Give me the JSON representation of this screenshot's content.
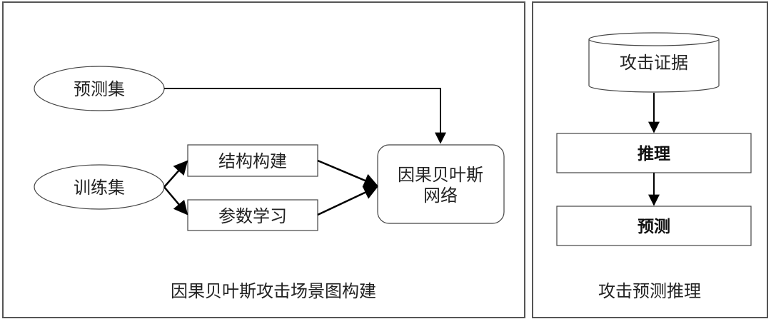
{
  "left_panel": {
    "caption": "因果贝叶斯攻击场景图构建",
    "nodes": {
      "predict_set": "预测集",
      "train_set": "训练集",
      "structure_build": "结构构建",
      "param_learning": "参数学习",
      "cbn_line1": "因果贝叶斯",
      "cbn_line2": "网络"
    }
  },
  "right_panel": {
    "caption": "攻击预测推理",
    "nodes": {
      "evidence": "攻击证据",
      "inference": "推理",
      "prediction": "预测"
    }
  },
  "colors": {
    "stroke": "#000000",
    "panel_border": "#555555",
    "text": "#222222"
  }
}
